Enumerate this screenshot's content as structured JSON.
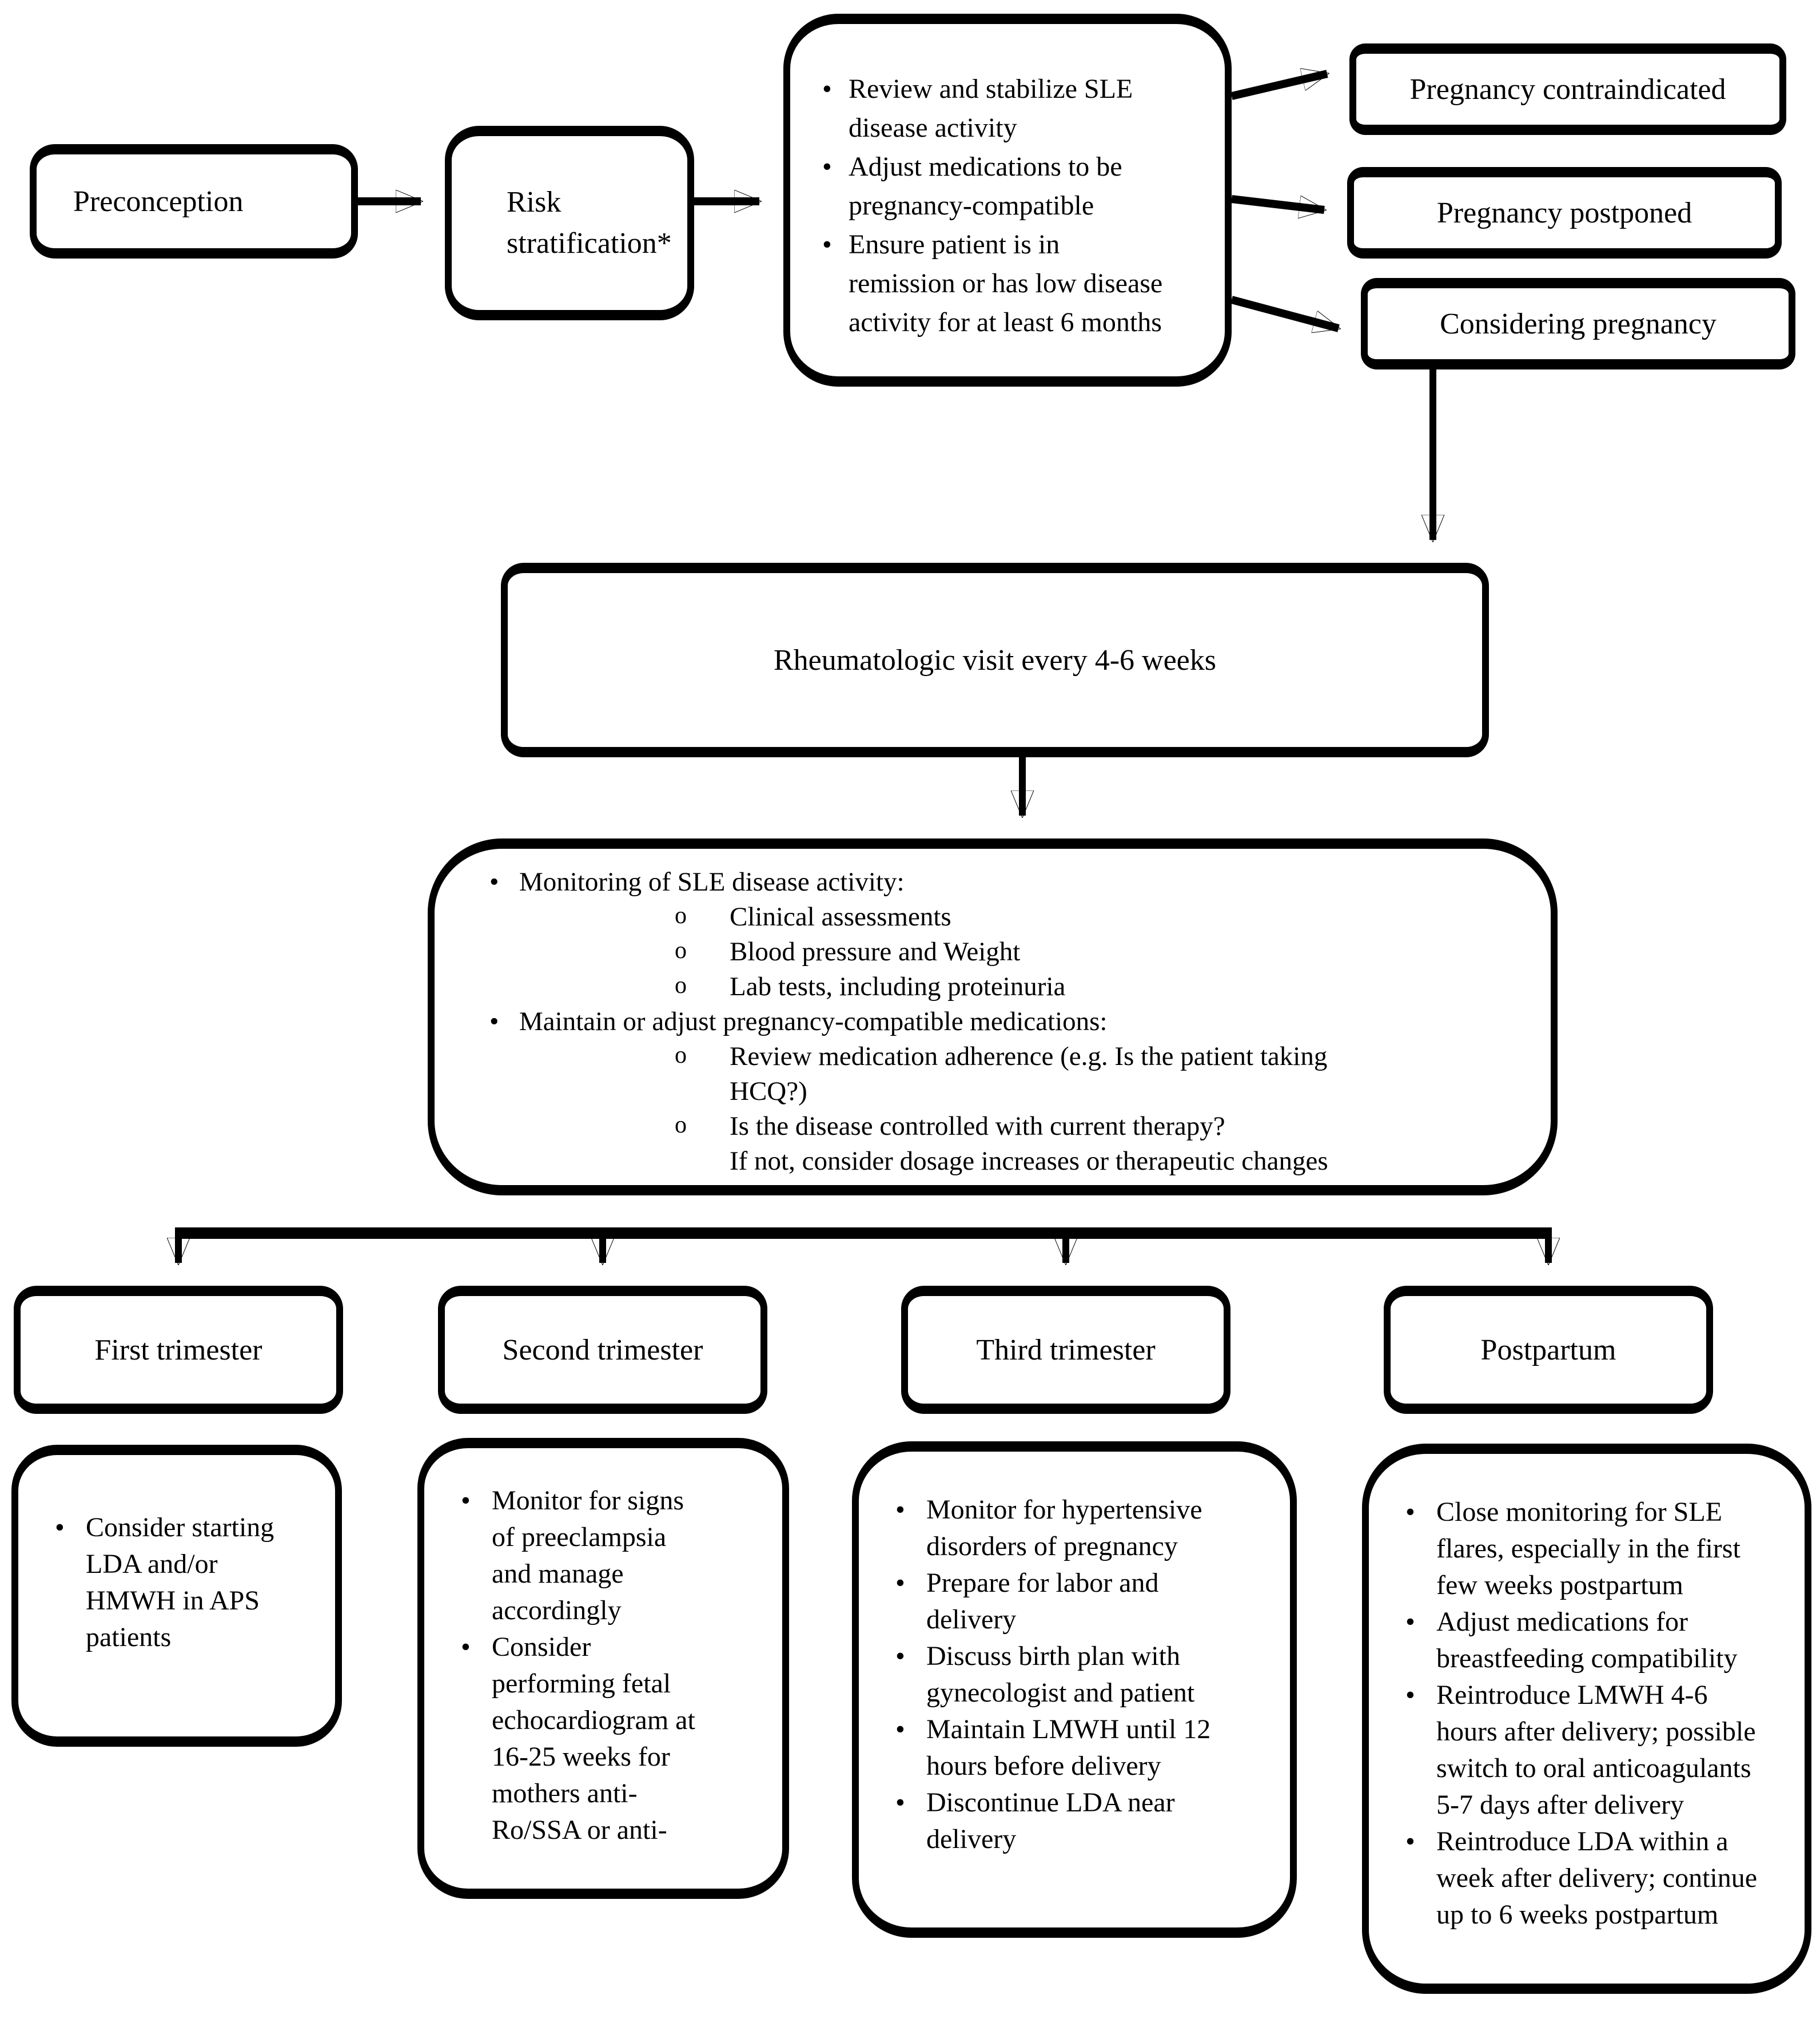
{
  "page": {
    "background_color": "#ffffff",
    "stroke_color": "#000000",
    "text_color": "#000000"
  },
  "flowchart": {
    "preconception": {
      "label": "Preconception"
    },
    "risk_stratification": {
      "label": "Risk\nstratification*"
    },
    "stabilization": {
      "bullets": [
        "Review and stabilize SLE\ndisease activity",
        "Adjust medications to be\npregnancy-compatible",
        "Ensure patient is in\nremission or has low disease\nactivity for at least 6 months"
      ]
    },
    "outcomes": {
      "contraindicated": {
        "label": "Pregnancy contraindicated"
      },
      "postponed": {
        "label": "Pregnancy postponed"
      },
      "considering": {
        "label": "Considering pregnancy"
      }
    },
    "rheumatologic_visit": {
      "label": "Rheumatologic visit every 4-6 weeks"
    },
    "monitoring": {
      "sections": [
        {
          "bullet": "Monitoring of SLE disease activity:",
          "subitems": [
            "Clinical assessments",
            "Blood pressure and Weight",
            "Lab tests, including proteinuria"
          ]
        },
        {
          "bullet": "Maintain or adjust pregnancy-compatible medications:",
          "subitems": [
            "Review medication adherence (e.g. Is the patient taking\nHCQ?)",
            "Is the disease controlled with current therapy?\nIf not, consider dosage increases or therapeutic changes"
          ]
        }
      ]
    },
    "stages": [
      {
        "label": "First trimester",
        "bullets": [
          "Consider starting\nLDA and/or\nHMWH in APS\npatients"
        ]
      },
      {
        "label": "Second trimester",
        "bullets": [
          "Monitor for signs\nof preeclampsia\nand manage\naccordingly",
          "Consider\nperforming fetal\nechocardiogram at\n16-25 weeks for\nmothers anti-\nRo/SSA or anti-"
        ]
      },
      {
        "label": "Third trimester",
        "bullets": [
          "Monitor for hypertensive\ndisorders of pregnancy",
          "Prepare for labor and\ndelivery",
          "Discuss birth plan with\ngynecologist and patient",
          "Maintain LMWH until 12\nhours before delivery",
          "Discontinue LDA near\ndelivery"
        ]
      },
      {
        "label": "Postpartum",
        "bullets": [
          "Close monitoring for SLE\nflares, especially in the first\nfew weeks postpartum",
          "Adjust medications for\nbreastfeeding compatibility",
          "Reintroduce LMWH 4-6\nhours after delivery; possible\nswitch to oral anticoagulants\n5-7 days after delivery",
          "Reintroduce LDA within a\nweek after delivery; continue\nup to 6 weeks postpartum"
        ]
      }
    ]
  }
}
